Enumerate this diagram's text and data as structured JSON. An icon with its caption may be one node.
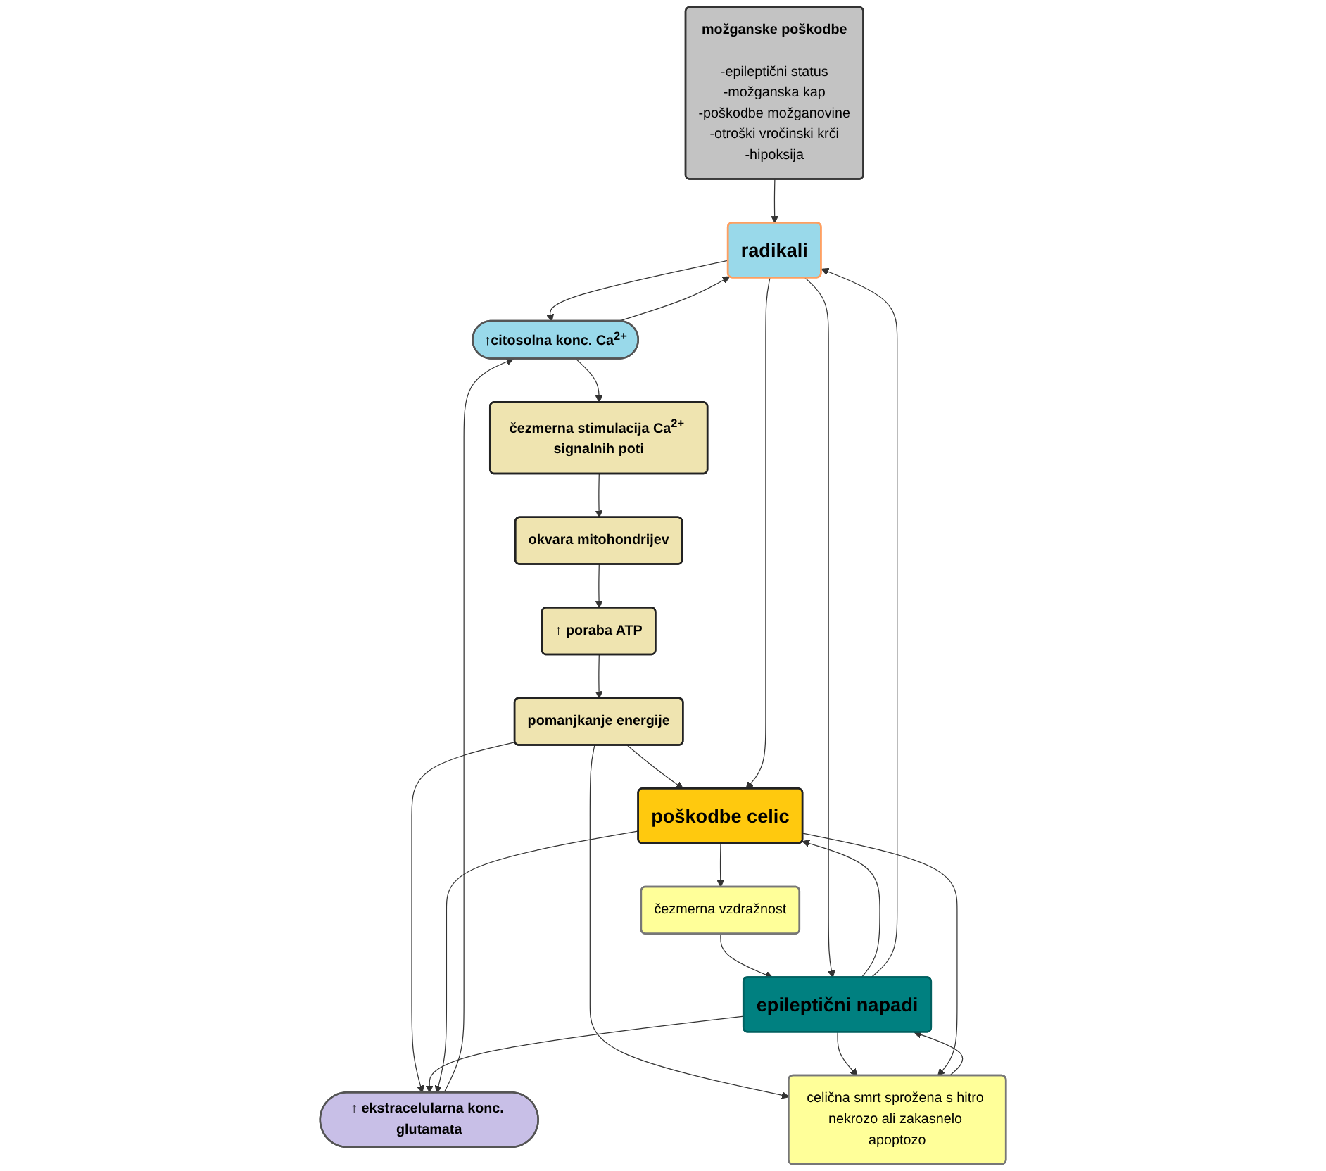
{
  "diagram": {
    "nodes": [
      {
        "text": [
          "okvara mitohondrijev"
        ]
      },
      {
        "text": [
          "↑ poraba ATP"
        ]
      },
      {
        "text": [
          "pomanjkanje energije"
        ]
      },
      {
        "text": [
          "čezmerna stimulacija Ca$^{2+}$ signalnih poti"
        ]
      },
      {
        "text": [
          "↑ ekstracelularna konc. glutamata"
        ]
      },
      {
        "text": [
          "↑citosolna konc. Ca$^{2+}$"
        ]
      },
      {
        "text": [
          "možganske poškodbe",
          "-epileptični status",
          "-možganska kap",
          "-poškodbe možganovine",
          "-otroški vročinski krči",
          "-hipoksija"
        ]
      },
      {
        "text": [
          "poškodbe celic"
        ]
      },
      {
        "text": [
          "radikali"
        ]
      },
      {
        "text": [
          "čezmerna vzdražnost"
        ]
      },
      {
        "text": [
          "celična smrt sprožena s hitro nekrozo ali zakasnelo apoptozo"
        ]
      },
      {
        "text": [
          "epileptični napadi"
        ]
      }
    ],
    "edges": [
      {
        "from": 3,
        "to": 0,
        "arrow": "to"
      },
      {
        "from": 0,
        "to": 1,
        "arrow": "to"
      },
      {
        "from": 1,
        "to": 2,
        "arrow": "to"
      },
      {
        "from": 2,
        "to": 4,
        "arrow": "to"
      },
      {
        "from": 2,
        "to": 7,
        "arrow": "to"
      },
      {
        "from": 2,
        "to": 10,
        "arrow": "to"
      },
      {
        "from": 11,
        "to": 4,
        "arrow": "to"
      },
      {
        "from": 11,
        "to": 7,
        "arrow": "to"
      },
      {
        "from": 11,
        "to": 10,
        "arrow": "to"
      },
      {
        "from": 4,
        "to": 5,
        "arrow": "to"
      },
      {
        "from": 5,
        "to": 3,
        "arrow": "to"
      },
      {
        "from": 7,
        "to": 4,
        "arrow": "to"
      },
      {
        "from": 8,
        "to": 5,
        "arrow": "to"
      },
      {
        "from": 5,
        "to": 8,
        "arrow": "to"
      },
      {
        "from": 6,
        "to": 8,
        "arrow": "to"
      },
      {
        "from": 8,
        "to": 7,
        "arrow": "to"
      },
      {
        "from": 7,
        "to": 9,
        "arrow": "to"
      },
      {
        "from": 7,
        "to": 10,
        "arrow": "to"
      },
      {
        "from": 9,
        "to": 11,
        "arrow": "to"
      },
      {
        "from": 10,
        "to": 11,
        "arrow": "to"
      },
      {
        "from": 8,
        "to": 11,
        "arrow": "to"
      },
      {
        "from": 11,
        "to": 8,
        "arrow": "to"
      }
    ]
  }
}
